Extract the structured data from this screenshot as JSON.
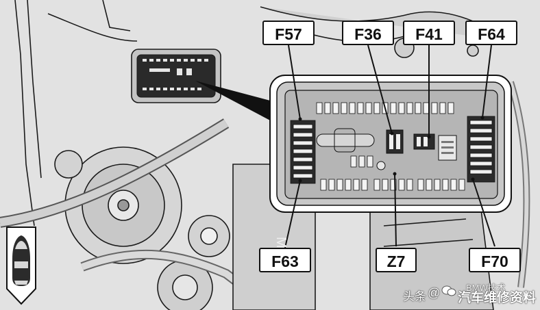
{
  "diagram": {
    "callouts": [
      {
        "id": "f57",
        "label": "F57"
      },
      {
        "id": "f36",
        "label": "F36"
      },
      {
        "id": "f41",
        "label": "F41"
      },
      {
        "id": "f64",
        "label": "F64"
      },
      {
        "id": "f63",
        "label": "F63"
      },
      {
        "id": "z7",
        "label": "Z7"
      },
      {
        "id": "f70",
        "label": "F70"
      }
    ],
    "engraved_text": "M"
  },
  "watermark": {
    "prefix": "头条",
    "at": "@",
    "brand": "BMW技术",
    "title": "汽车维修资料"
  },
  "colors": {
    "callout_border": "#111111",
    "callout_fill": "#ffffff",
    "line_art": "#1a1a1a",
    "fuse_box_fill": "#bdbdbd",
    "background": "#dcdcdc"
  },
  "icons": {
    "car_badge": "car-top-view-icon",
    "watermark_logo": "wechat-logo-icon"
  }
}
